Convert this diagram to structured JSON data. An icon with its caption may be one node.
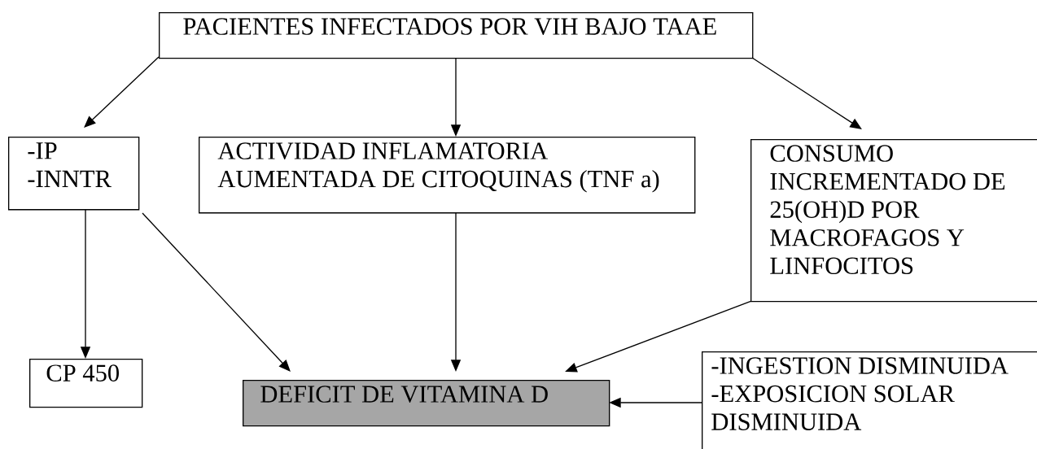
{
  "diagram": {
    "nodes": [
      {
        "text": [
          "PACIENTES INFECTADOS POR VIH BAJO TAAE"
        ]
      },
      {
        "text": [
          "-IP",
          "-INNTR"
        ]
      },
      {
        "text": [
          "ACTIVIDAD INFLAMATORIA AUMENTADA DE CITOQUINAS (TNF a)"
        ]
      },
      {
        "text": [
          "CONSUMO INCREMENTADO DE 25(OH)D POR MACROFAGOS Y LINFOCITOS"
        ]
      },
      {
        "text": [
          "CP 450"
        ]
      },
      {
        "text": [
          "DEFICIT DE VITAMINA D"
        ]
      },
      {
        "text": [
          "-INGESTION DISMINUIDA",
          "-EXPOSICION SOLAR DISMINUIDA"
        ]
      }
    ],
    "edges": [
      {
        "from": 0,
        "to": 1,
        "arrow": "to"
      },
      {
        "from": 0,
        "to": 2,
        "arrow": "to"
      },
      {
        "from": 0,
        "to": 3,
        "arrow": "to"
      },
      {
        "from": 1,
        "to": 4,
        "arrow": "to"
      },
      {
        "from": 1,
        "to": 5,
        "arrow": "to"
      },
      {
        "from": 2,
        "to": 5,
        "arrow": "to"
      },
      {
        "from": 3,
        "to": 5,
        "arrow": "to"
      },
      {
        "from": 6,
        "to": 5,
        "arrow": "to"
      }
    ]
  }
}
